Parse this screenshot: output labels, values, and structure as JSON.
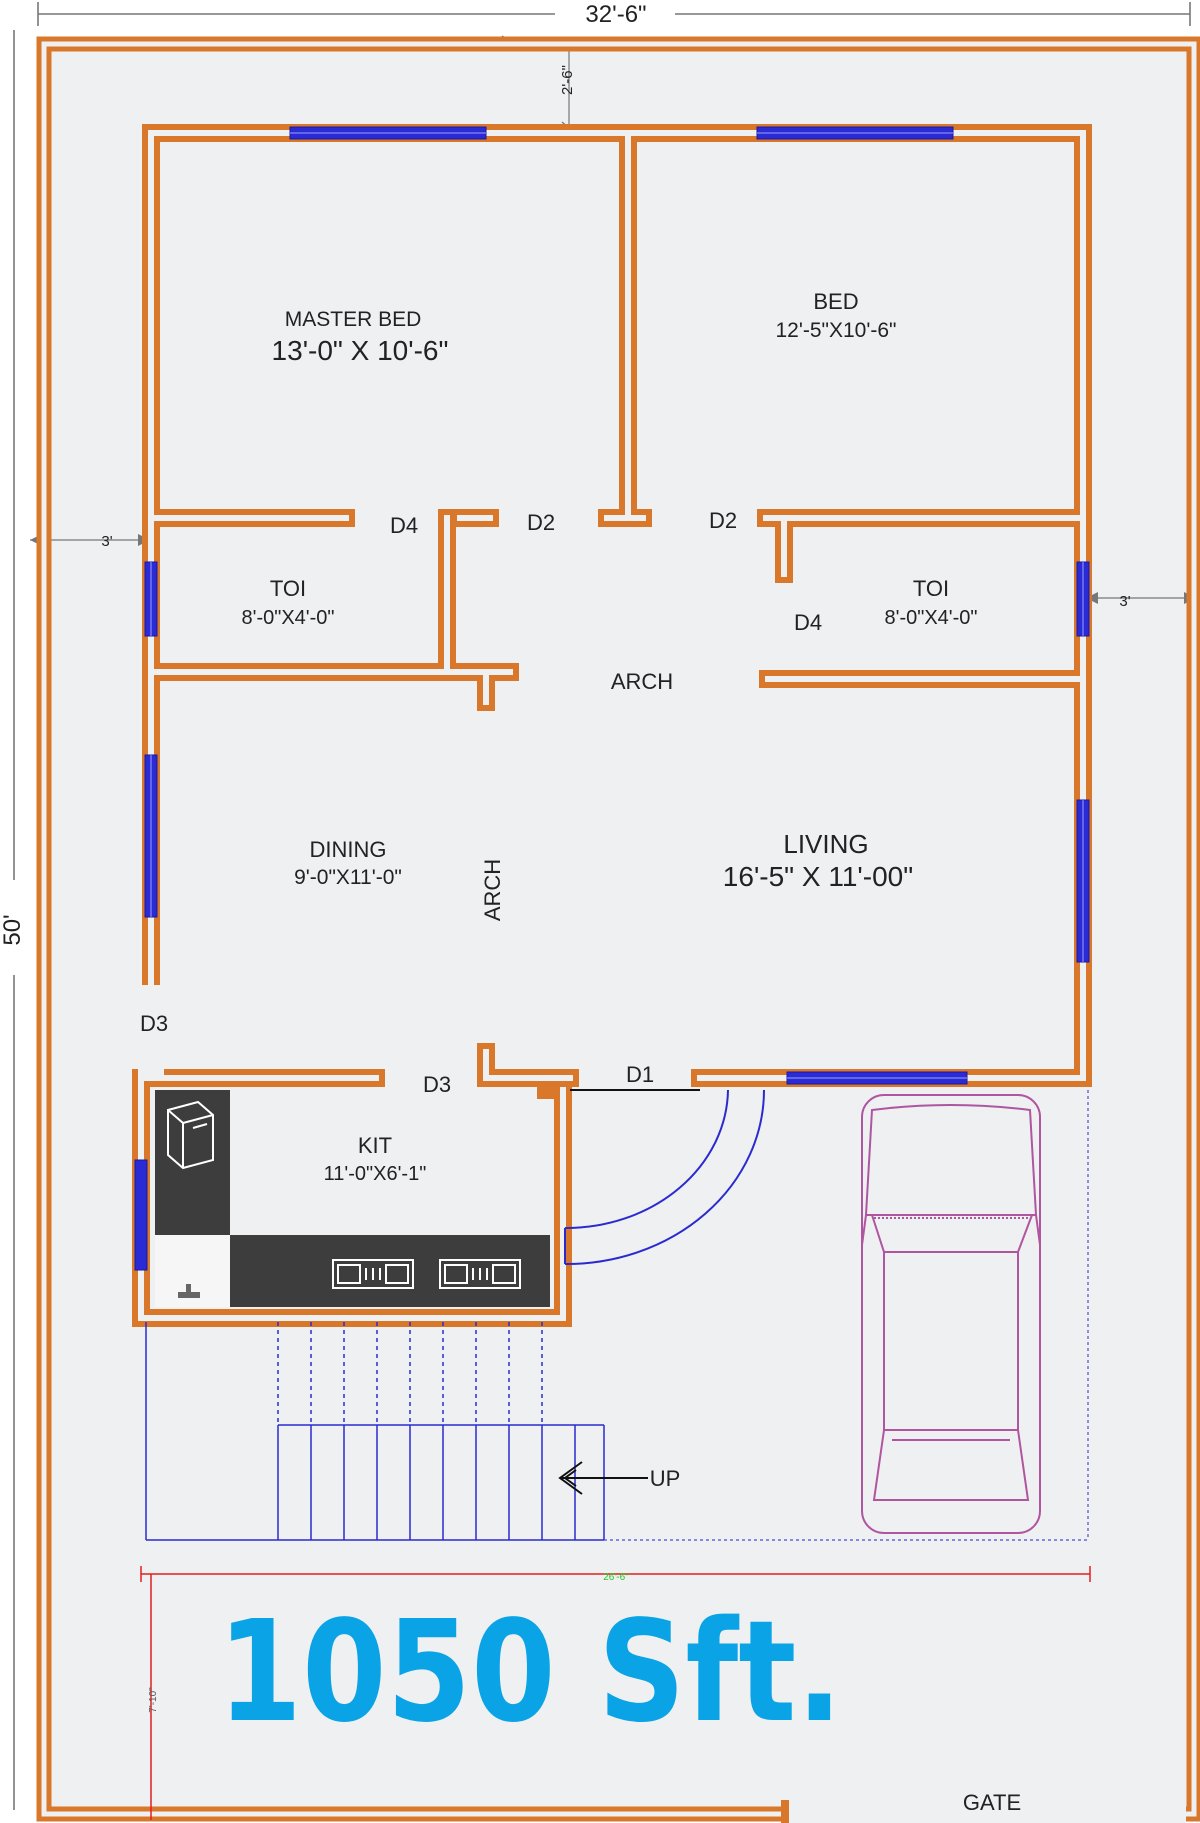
{
  "colors": {
    "wall": "#d9782a",
    "window": "#2b2bd6",
    "floor": "#eef0f2",
    "kitchen_dark": "#3d3d3d",
    "car": "#b0559f",
    "stairs": "#2a2ad0",
    "area_text": "#0aa3e6",
    "dim_red": "#e02020",
    "dim_green": "#22cc22"
  },
  "dimensions": {
    "overall_width": "32'-6\"",
    "overall_length": "50'",
    "front_setback": "2'-6\"",
    "left_setback": "3'",
    "right_setback": "3'",
    "built_width": "26'-6\"",
    "front_gap": "7'-10\""
  },
  "rooms": {
    "master_bed": {
      "name": "MASTER BED",
      "size": "13'-0\" X 10'-6\""
    },
    "bed": {
      "name": "BED",
      "size": "12'-5\"X10'-6\""
    },
    "toi_left": {
      "name": "TOI",
      "size": "8'-0\"X4'-0\""
    },
    "toi_right": {
      "name": "TOI",
      "size": "8'-0\"X4'-0\""
    },
    "dining": {
      "name": "DINING",
      "size": "9'-0\"X11'-0\""
    },
    "living": {
      "name": "LIVING",
      "size": "16'-5\" X 11'-00\""
    },
    "kitchen": {
      "name": "KIT",
      "size": "11'-0\"X6'-1\""
    }
  },
  "labels": {
    "arch_horizontal": "ARCH",
    "arch_vertical": "ARCH",
    "d4_left": "D4",
    "d2_left": "D2",
    "d2_right": "D2",
    "d4_right": "D4",
    "d3_left": "D3",
    "d3_kit": "D3",
    "d1": "D1",
    "up": "UP",
    "gate": "GATE"
  },
  "area": "1050 Sft.",
  "icons": {
    "fridge": "fridge-icon",
    "stove": "stove-icon",
    "sink": "sink-icon",
    "car": "car-icon"
  }
}
